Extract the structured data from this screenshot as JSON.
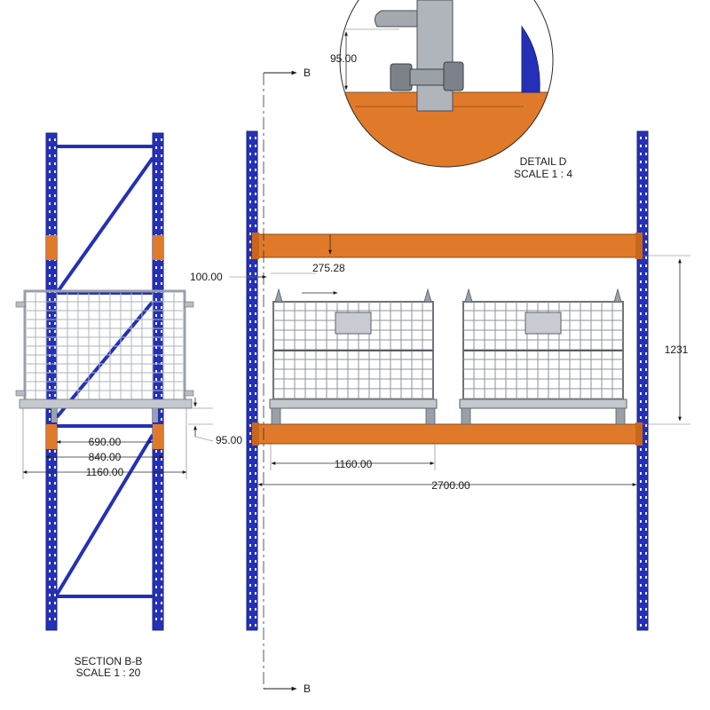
{
  "colors": {
    "upright": "#2430b8",
    "upright_dark": "#1a237e",
    "beam": "#e07a2a",
    "beam_dark": "#b35a14",
    "cage": "#b8bcc4",
    "cage_dark": "#6e737c",
    "steel": "#9aa0a8"
  },
  "section_marker": {
    "label": "B"
  },
  "detail": {
    "title": "DETAIL D",
    "scale": "SCALE 1 : 4",
    "dim": "95.00"
  },
  "section": {
    "title": "SECTION B-B",
    "scale": "SCALE 1 : 20"
  },
  "side_view_dims": {
    "d690": "690.00",
    "d840": "840.00",
    "d1160": "1160.00",
    "d95": "95.00"
  },
  "front_view_dims": {
    "d100": "100.00",
    "d275": "275.28",
    "d1231": "1231",
    "d1160": "1160.00",
    "d2700": "2700.00"
  }
}
